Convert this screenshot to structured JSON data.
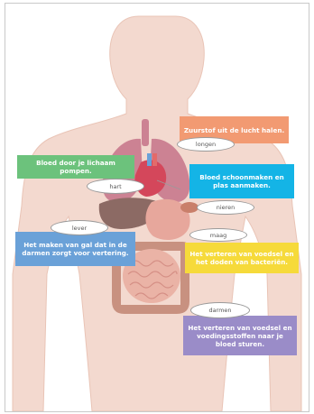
{
  "colors": {
    "skin": "#f3d9cf",
    "skin_outline": "#e9c4b6",
    "orange": "#f29a72",
    "green": "#6cc27c",
    "cyan": "#14b4e6",
    "blue": "#6aa1d8",
    "yellow": "#f6da3a",
    "purple": "#9a8cc8",
    "lung": "#cc8293",
    "heart": "#d4475b",
    "liver": "#8c6a64",
    "stomach": "#e7a79c",
    "intestine": "#eab3a6",
    "colon": "#c89180"
  },
  "labels": {
    "lungs": "longen",
    "heart": "hart",
    "kidneys": "nieren",
    "liver": "lever",
    "stomach": "maag",
    "intestines": "darmen"
  },
  "functions": {
    "lungs": "Zuurstof uit de lucht halen.",
    "heart": "Bloed door je lichaam pompen.",
    "kidneys": "Bloed schoonmaken en plas aanmaken.",
    "liver": "Het maken van gal dat in de darmen zorgt voor vertering.",
    "stomach": "Het verteren van voedsel en het doden van bacteriën.",
    "intestines": "Het verteren van voedsel en voedingsstoffen naar je bloed sturen."
  }
}
